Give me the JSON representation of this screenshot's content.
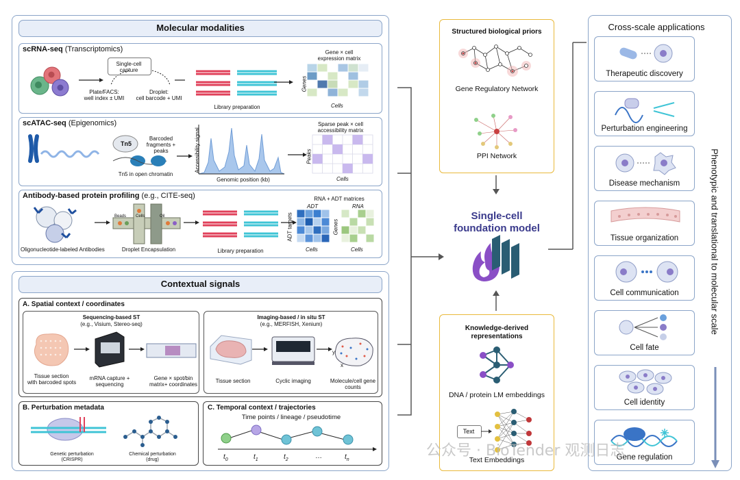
{
  "molecular": {
    "title": "Molecular modalities",
    "scrna": {
      "title_bold": "scRNA-seq",
      "title_rest": " (Transcriptomics)",
      "capture": "Single-cell capture",
      "plate": "Plate/FACS:",
      "plate2": "well index ± UMI",
      "droplet": "Droplet:",
      "droplet2": "cell barcode + UMI",
      "libprep": "Library preparation",
      "matrix": "Gene × cell",
      "matrix2": "expression matrix",
      "genes": "Genes",
      "cells": "Cells"
    },
    "scatac": {
      "title_bold": "scATAC-seq",
      "title_rest": " (Epigenomics)",
      "tn5": "Tn5",
      "barcoded": "Barcoded",
      "barcoded2": "fragments +",
      "barcoded3": "peaks",
      "open": "Tn5 in open chromatin",
      "ylabel": "Accessibility signal",
      "xlabel": "Genomic position (kb)",
      "matrix": "Sparse peak × cell",
      "matrix2": "accessibility matrix",
      "peaks": "Peaks",
      "cells": "Cells"
    },
    "antibody": {
      "title_bold": "Antibody-based protein profiling",
      "title_rest": " (e.g., CITE-seq)",
      "oligo": "Oligonucleotide-labeled Antibodies",
      "beads": "Beads",
      "cells_l": "Cells",
      "oil": "Oil",
      "droplet": "Droplet Encapsulation",
      "libprep": "Library preparation",
      "matrix": "RNA + ADT matrices",
      "adt": "ADT",
      "rna": "RNA",
      "adt_targets": "ADT targets",
      "genes": "Genes",
      "cells": "Cells",
      "cells2": "Cells"
    }
  },
  "contextual": {
    "title": "Contextual signals",
    "spatial": {
      "title": "A. Spatial context / coordinates",
      "seq_title": "Sequencing-based ST",
      "seq_eg": "(e.g., Visium, Stereo-seq)",
      "tissue": "Tissue section",
      "tissue2": "with barcoded spots",
      "mrna": "mRNA capture +",
      "mrna2": "sequencing",
      "gene": "Gene × spot/bin",
      "gene2": "matrix+ coordinates",
      "img_title": "Imaging-based / in situ ST",
      "img_eg": "(e.g., MERFISH, Xenium)",
      "tissue_sec": "Tissue section",
      "cyclic": "Cyclic imaging",
      "molecule": "Molecule/cell gene",
      "molecule2": "counts",
      "axis_y": "y",
      "axis_x": "x"
    },
    "perturb": {
      "title": "B. Perturbation metadata",
      "genetic": "Genetic perturbation",
      "genetic2": "(CRISPR)",
      "chemical": "Chemical perturbation",
      "chemical2": "(drug)"
    },
    "temporal": {
      "title": "C. Temporal context / trajectories",
      "subtitle": "Time points / lineage / pseudotime",
      "t0": "t",
      "t0s": "0",
      "t1": "t",
      "t1s": "1",
      "t2": "t",
      "t2s": "2",
      "dots": "…",
      "tn": "t",
      "tns": "n"
    }
  },
  "priors": {
    "title": "Structured biological priors",
    "grn": "Gene Regulatory Network",
    "ppi": "PPI Network"
  },
  "model": {
    "line1": "Single-cell",
    "line2": "foundation model"
  },
  "knowledge": {
    "title": "Knowledge-derived",
    "title2": "representations",
    "dna": "DNA / protein LM embeddings",
    "text_box": "Text",
    "text_emb": "Text Embeddings"
  },
  "applications": {
    "title": "Cross-scale applications",
    "vertical": "Phenotypic and translational to molecular scale",
    "items": [
      "Therapeutic discovery",
      "Perturbation engineering",
      "Disease mechanism",
      "Tissue organization",
      "Cell communication",
      "Cell fate",
      "Cell identity",
      "Gene regulation"
    ]
  },
  "watermark": "公众号 · BioTender 观测日志",
  "colors": {
    "panel_border": "#8aa4c8",
    "header_fill": "#e8eef8",
    "prior_border": "#e9b93a",
    "model_text": "#3a3a8c",
    "flame": "#8a4fc6",
    "teal": "#2a5d73",
    "red_dna": "#e0405a",
    "cyan_dna": "#3fc4d6"
  }
}
